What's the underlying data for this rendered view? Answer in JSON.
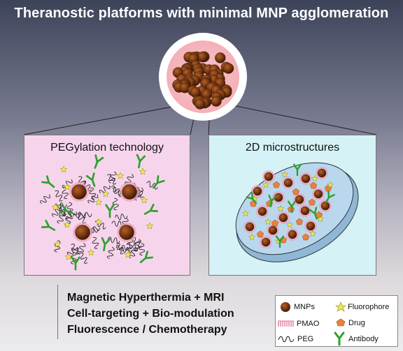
{
  "title": "Theranostic platforms with minimal MNP agglomeration",
  "panels": {
    "left_label": "PEGylation technology",
    "right_label": "2D microstructures"
  },
  "applications": [
    "Magnetic Hyperthermia + MRI",
    "Cell-targeting + Bio-modulation",
    "Fluorescence / Chemotherapy"
  ],
  "legend": {
    "mnps": "MNPs",
    "fluorophore": "Fluorophore",
    "pmao": "PMAO",
    "drug": "Drug",
    "peg": "PEG",
    "antibody": "Antibody"
  },
  "colors": {
    "nanoparticle": "#7a3a12",
    "fluorophore": "#f2e64a",
    "drug": "#ef7f3a",
    "antibody": "#3cb23c",
    "pmao": "#f0a0b8",
    "left_panel": "#f6d5ec",
    "right_panel": "#d5f2f6"
  }
}
